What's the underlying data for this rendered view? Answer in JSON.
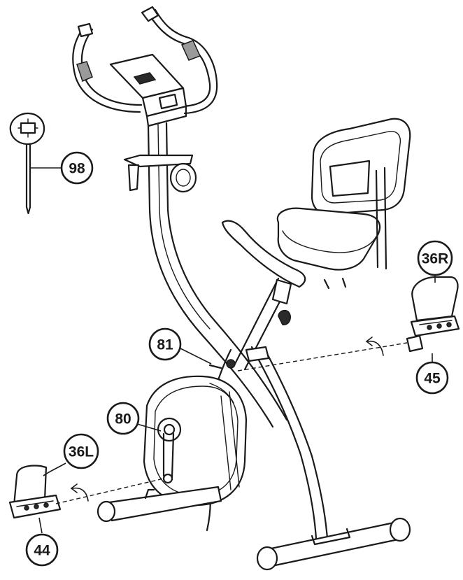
{
  "callouts": {
    "c98": "98",
    "c81": "81",
    "c80": "80",
    "c36R": "36R",
    "c45": "45",
    "c36L": "36L",
    "c44": "44"
  },
  "icons": {
    "wrench": "wrench-icon",
    "rotate_left_pedal": "rotation-arrow-icon",
    "rotate_right_pedal": "rotation-arrow-icon"
  }
}
